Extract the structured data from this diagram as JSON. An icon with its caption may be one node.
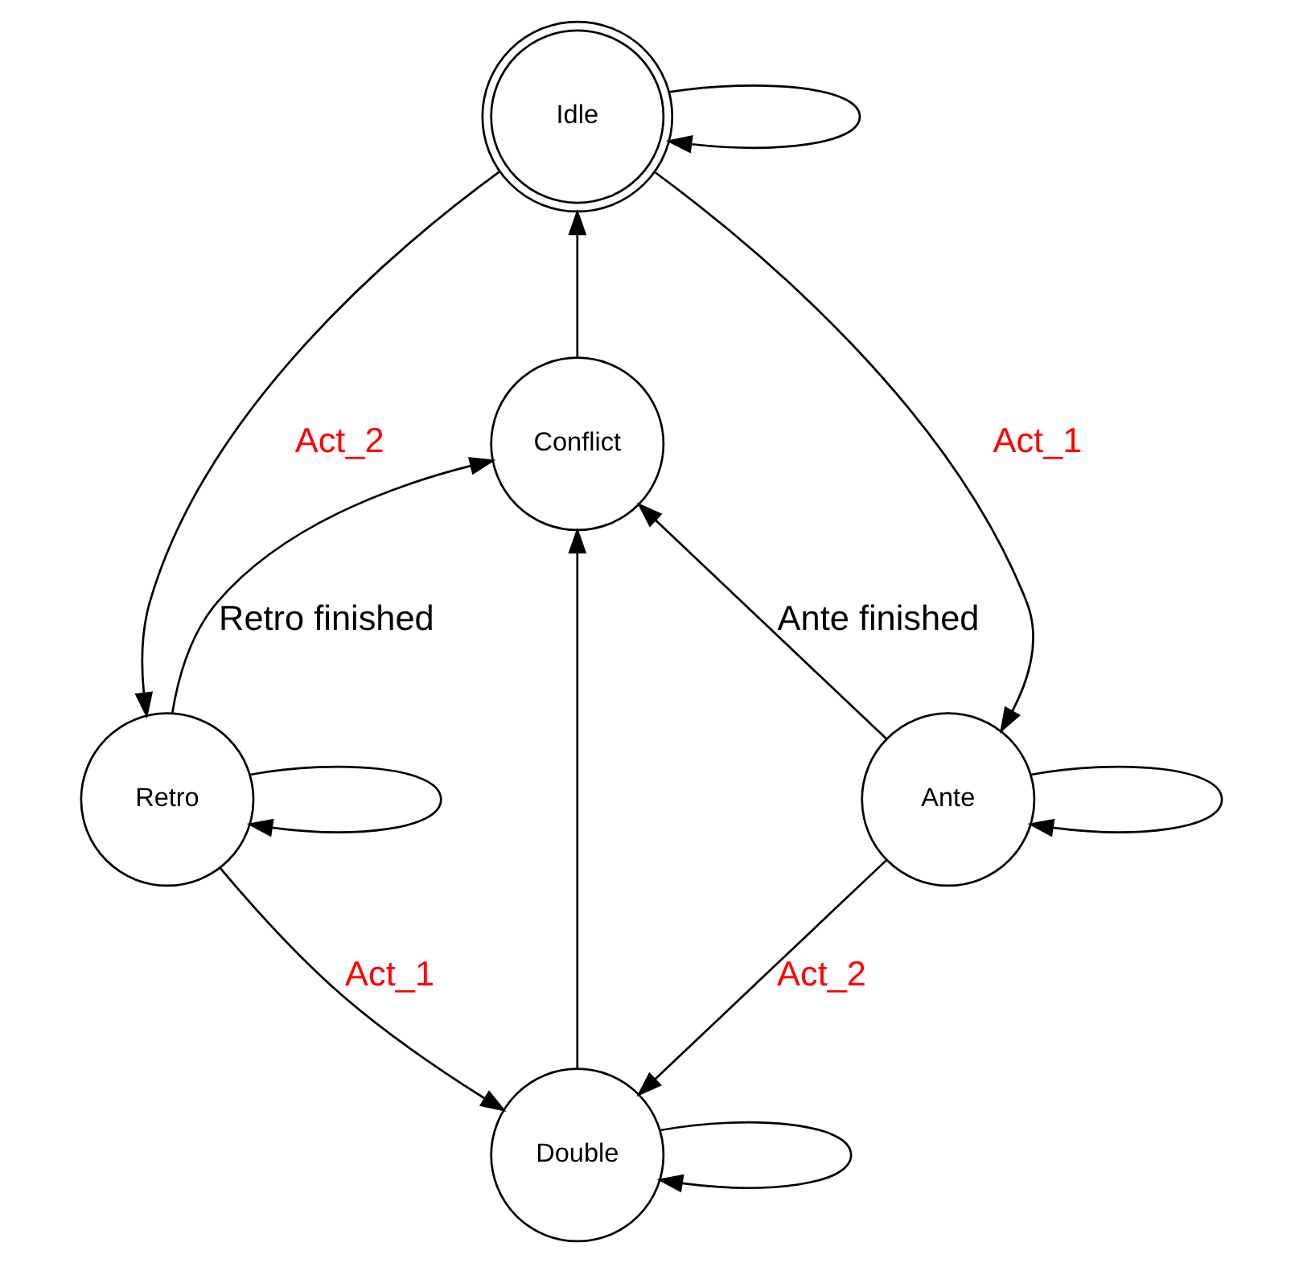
{
  "diagram": {
    "nodes": [
      {
        "text": [
          "Idle"
        ]
      },
      {
        "text": [
          "Conflict"
        ]
      },
      {
        "text": [
          "Ante"
        ]
      },
      {
        "text": [
          "Retro"
        ]
      },
      {
        "text": [
          "Double"
        ]
      }
    ],
    "edges": [
      {
        "from": 0,
        "to": 0,
        "arrow": "to"
      },
      {
        "from": 0,
        "to": 2,
        "arrow": "to",
        "label": "Act_1"
      },
      {
        "from": 0,
        "to": 3,
        "arrow": "to",
        "label": "Act_2"
      },
      {
        "from": 1,
        "to": 0,
        "arrow": "to"
      },
      {
        "from": 2,
        "to": 1,
        "arrow": "to",
        "label": "Ante finished"
      },
      {
        "from": 3,
        "to": 1,
        "arrow": "to",
        "label": "Retro finished"
      },
      {
        "from": 2,
        "to": 2,
        "arrow": "to"
      },
      {
        "from": 3,
        "to": 3,
        "arrow": "to"
      },
      {
        "from": 2,
        "to": 4,
        "arrow": "to",
        "label": "Act_2"
      },
      {
        "from": 3,
        "to": 4,
        "arrow": "to",
        "label": "Act_1"
      },
      {
        "from": 4,
        "to": 1,
        "arrow": "to"
      },
      {
        "from": 4,
        "to": 4,
        "arrow": "to"
      }
    ]
  }
}
